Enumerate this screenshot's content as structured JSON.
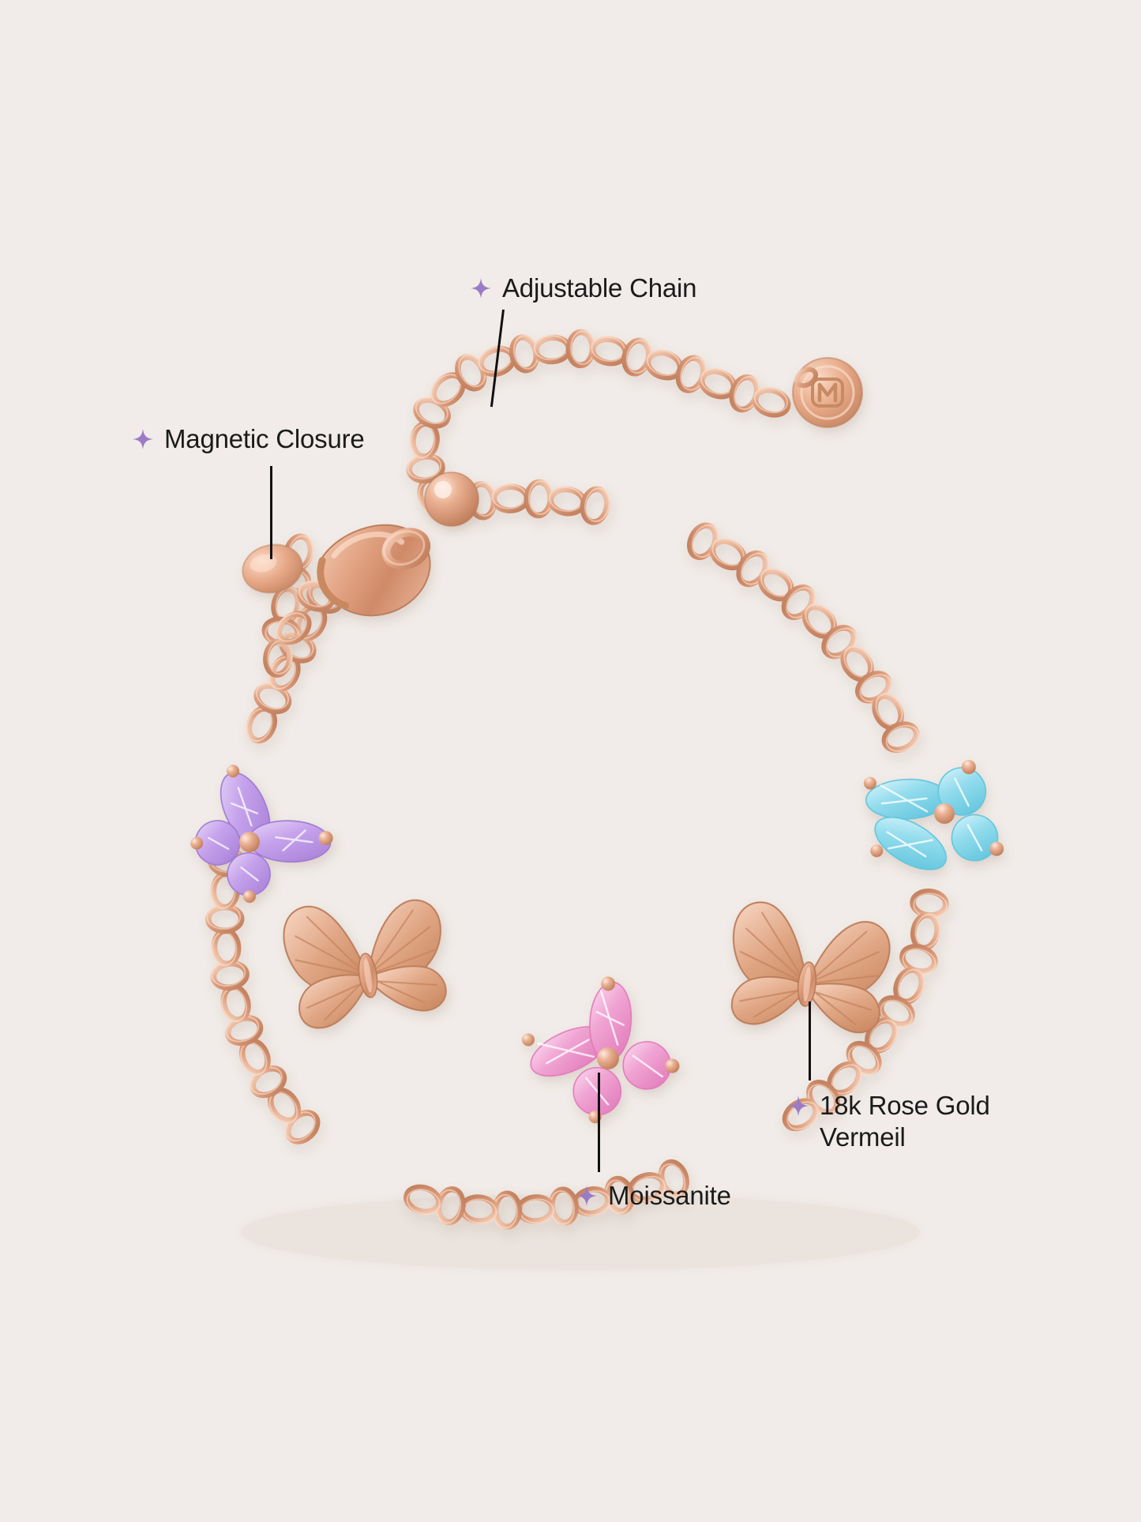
{
  "scene": {
    "background_color": "#f1ece9",
    "product": "butterfly station bracelet",
    "metal_color": "#d99a7c",
    "accent_purple": "#9b7cc4"
  },
  "callouts": [
    {
      "id": "adjustable-chain",
      "label": "Adjustable Chain",
      "icon": "sparkle-icon",
      "points_to": "chain"
    },
    {
      "id": "magnetic-closure",
      "label": "Magnetic Closure",
      "icon": "sparkle-icon",
      "points_to": "clasp"
    },
    {
      "id": "rose-gold-vermeil",
      "label": "18k Rose Gold\nVermeil",
      "icon": "sparkle-icon",
      "points_to": "solid-butterfly-right"
    },
    {
      "id": "moissanite",
      "label": "Moissanite",
      "icon": "sparkle-icon",
      "points_to": "pink-butterfly"
    }
  ],
  "product_parts": {
    "charms": [
      {
        "name": "purple-gem-butterfly",
        "stone_color": "#c3a1e8",
        "cut": "marquise"
      },
      {
        "name": "aqua-gem-butterfly",
        "stone_color": "#8fdcec",
        "cut": "marquise"
      },
      {
        "name": "pink-gem-butterfly",
        "stone_color": "#efa3d2",
        "cut": "marquise"
      },
      {
        "name": "solid-butterfly-left",
        "stone_color": "",
        "cut": ""
      },
      {
        "name": "solid-butterfly-right",
        "stone_color": "",
        "cut": ""
      }
    ],
    "brand_tag": {
      "name": "brand-charm-tag",
      "monogram": "M"
    },
    "clasp": {
      "name": "lobster-clasp"
    },
    "slider_bead": {
      "name": "adjustable-slider-bead"
    },
    "end_disc": {
      "name": "oval-end-disc"
    }
  }
}
